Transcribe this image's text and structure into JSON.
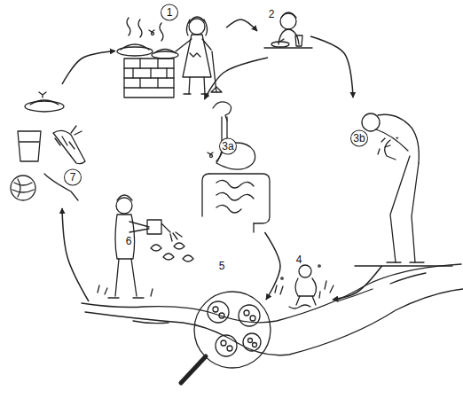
{
  "diagram": {
    "nodes": [
      {
        "text": [
          "1"
        ]
      },
      {
        "text": [
          "2"
        ]
      },
      {
        "text": [
          "3a"
        ]
      },
      {
        "text": [
          "3b"
        ]
      },
      {
        "text": [
          "4"
        ]
      },
      {
        "text": [
          "5"
        ]
      },
      {
        "text": [
          "6"
        ]
      },
      {
        "text": [
          "7"
        ]
      }
    ],
    "edges": [
      {
        "from": 7,
        "to": 0,
        "arrow": "to"
      },
      {
        "from": 0,
        "to": 1,
        "arrow": "to"
      },
      {
        "from": 1,
        "to": 2,
        "arrow": "to"
      },
      {
        "from": 1,
        "to": 3,
        "arrow": "to"
      },
      {
        "from": 2,
        "to": 4,
        "arrow": "to"
      },
      {
        "from": 3,
        "to": 4,
        "arrow": "to"
      },
      {
        "from": 6,
        "to": 7,
        "arrow": "to"
      }
    ]
  }
}
